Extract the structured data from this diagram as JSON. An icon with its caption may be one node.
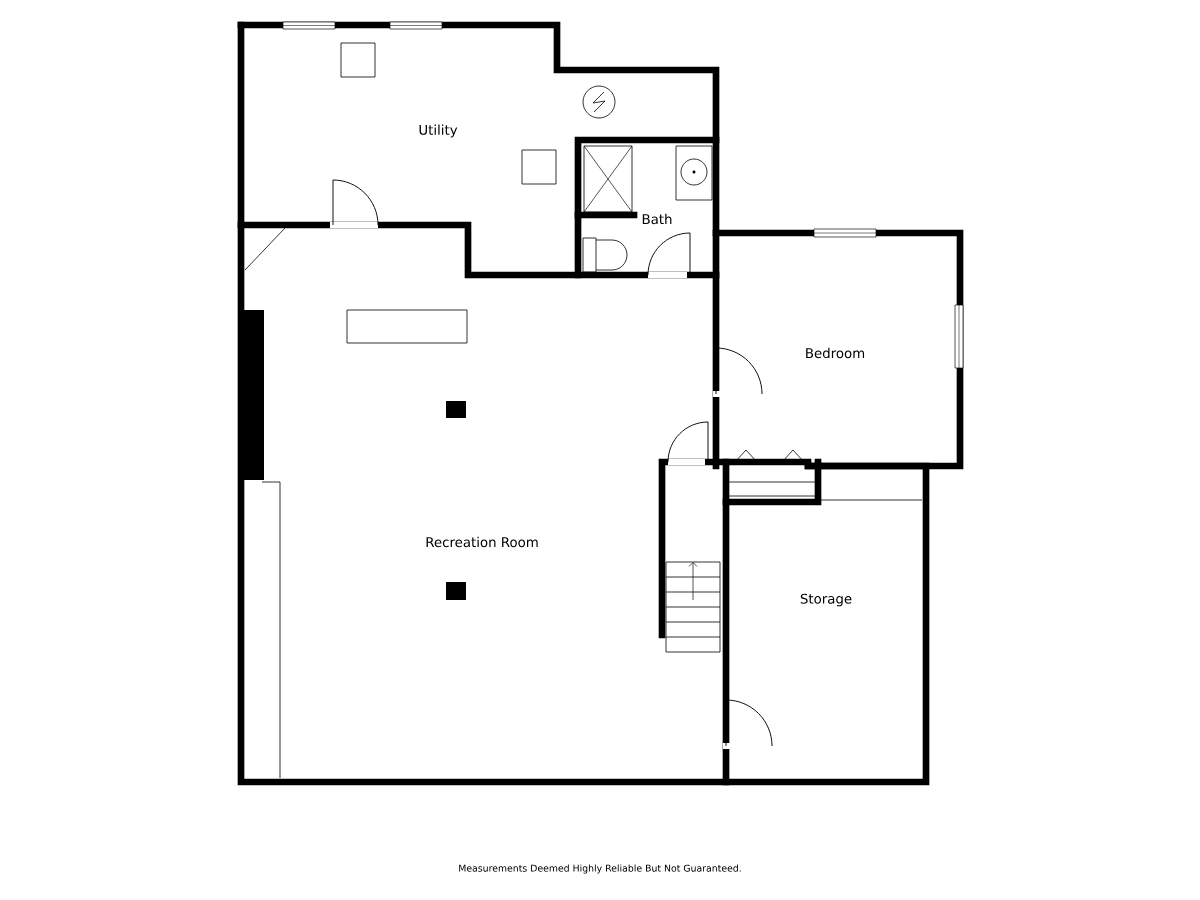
{
  "diagram": {
    "labels": [
      "Utility",
      "Bath",
      "Bedroom",
      "Recreation Room",
      "Storage",
      "Measurements Deemed Highly Reliable But Not Guaranteed."
    ]
  }
}
